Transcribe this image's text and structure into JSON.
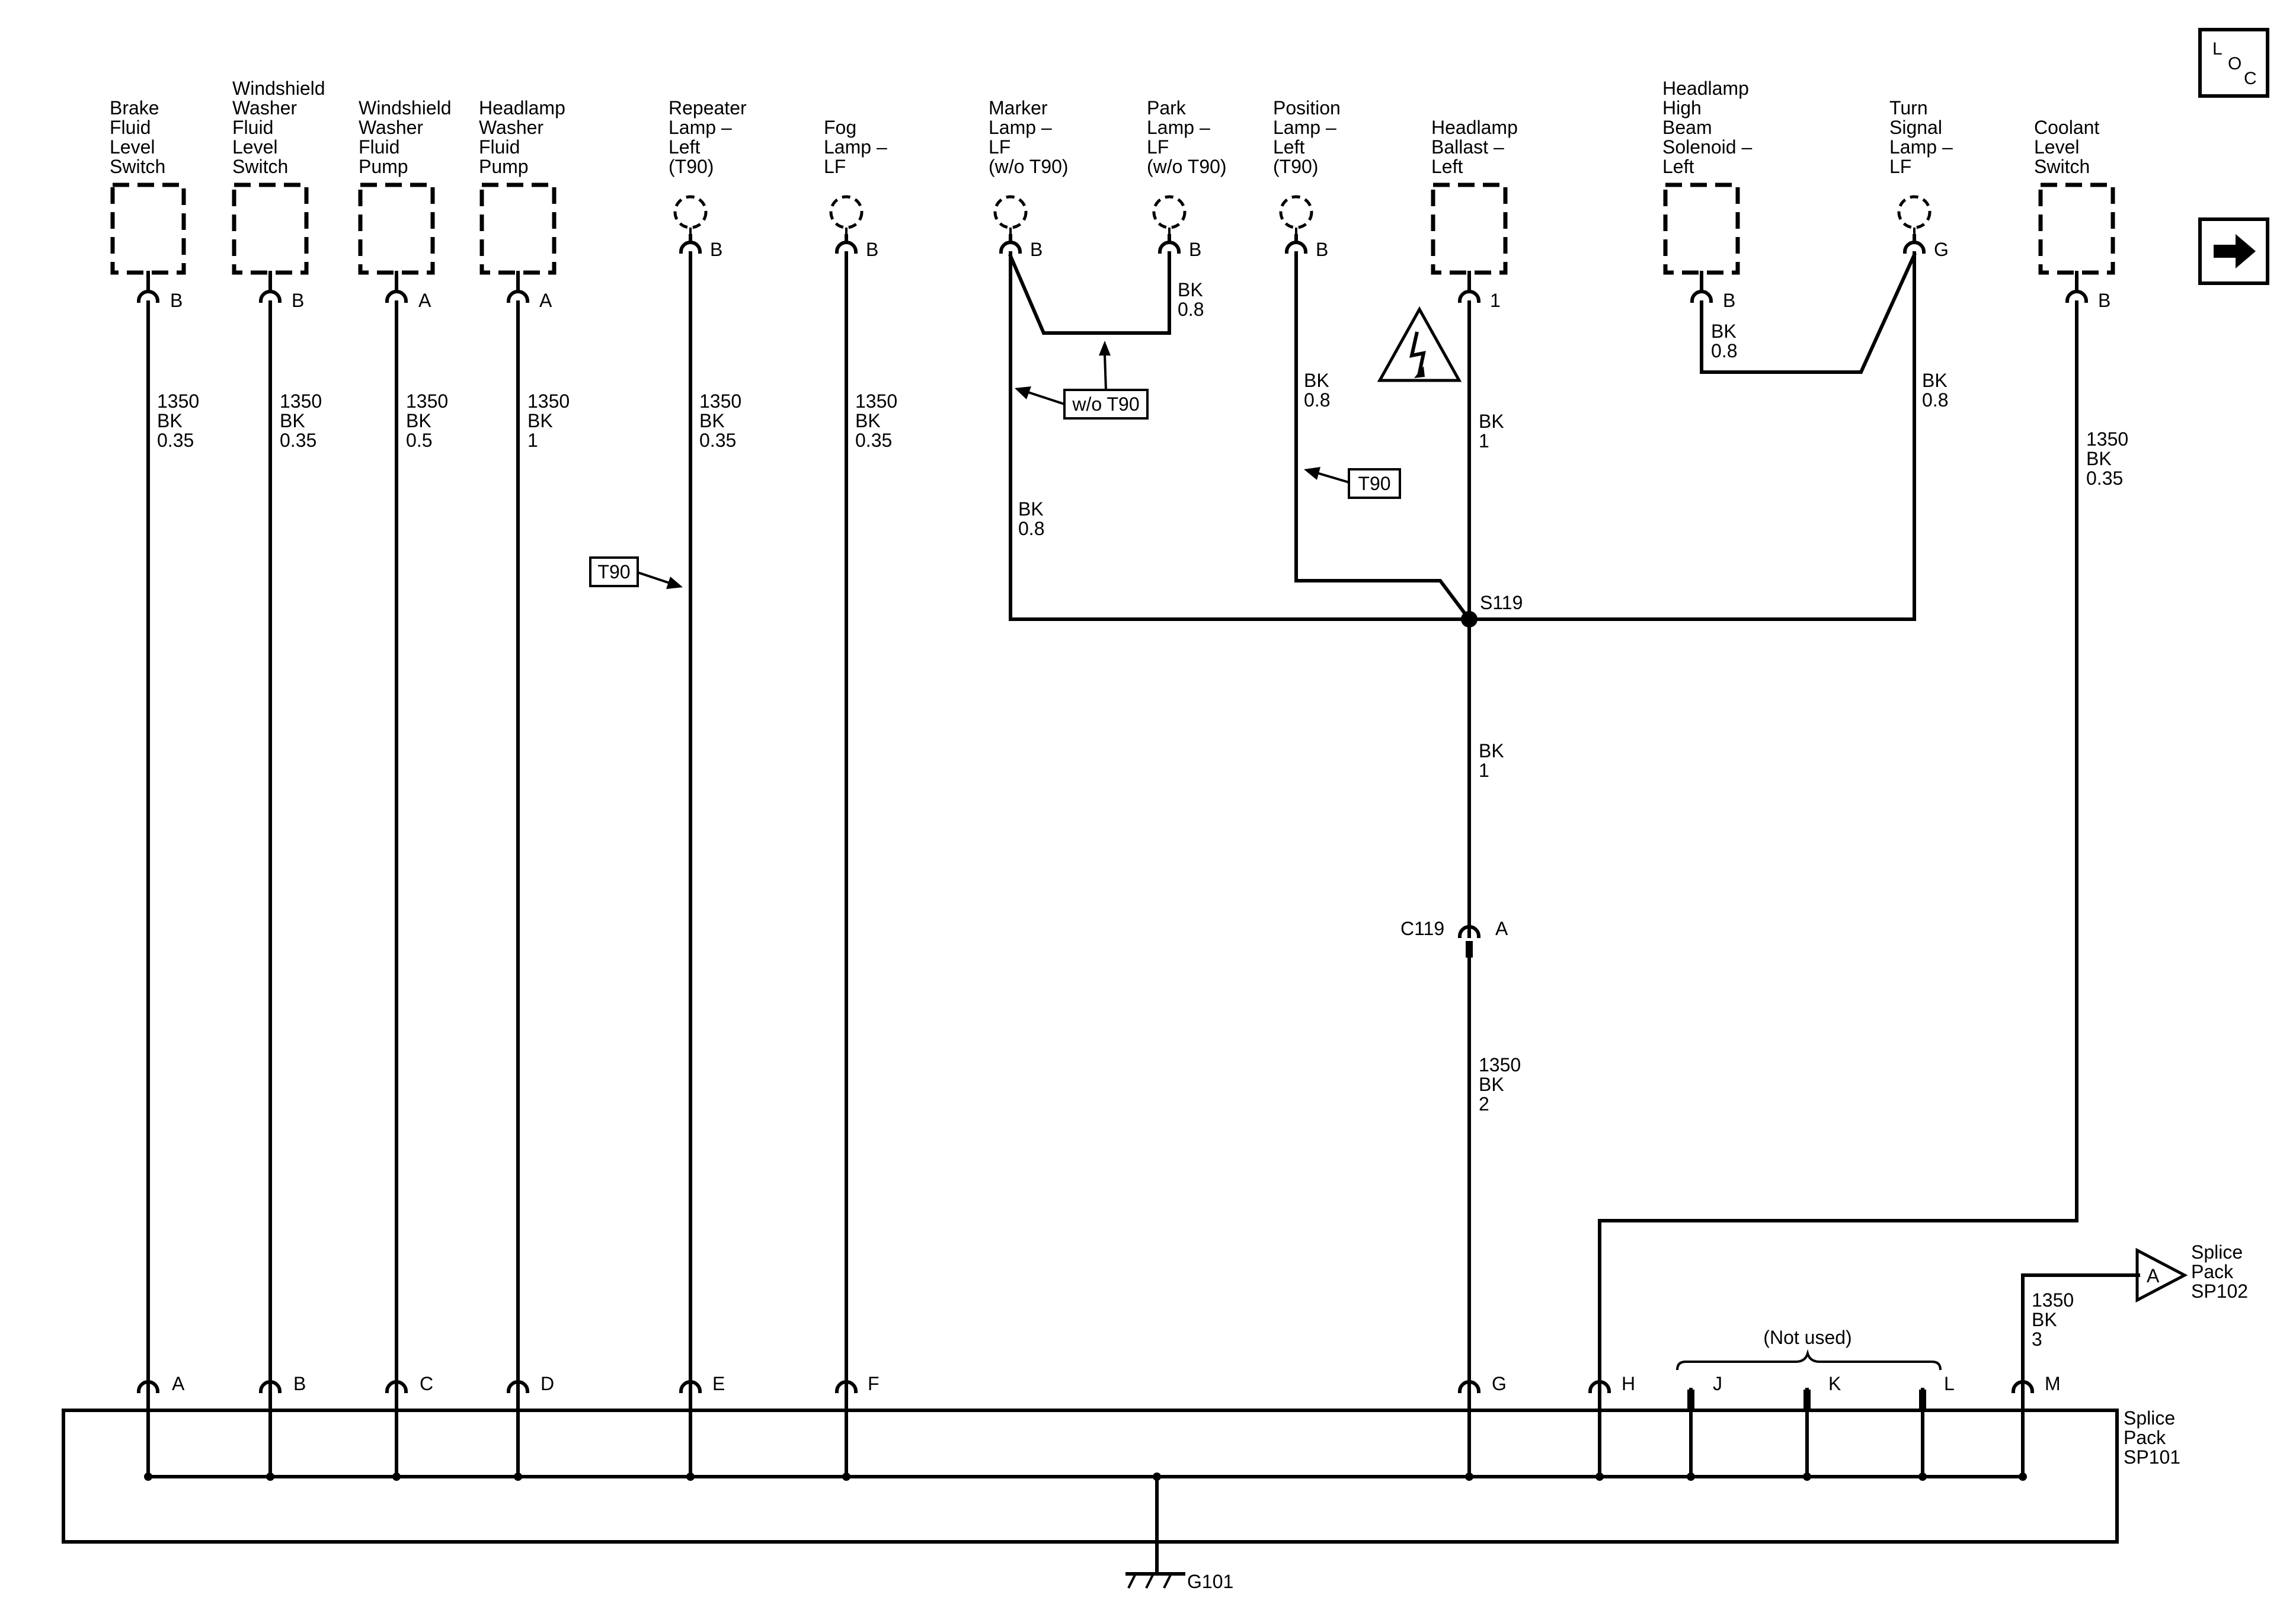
{
  "components": [
    {
      "lines": [
        "Brake",
        "Fluid",
        "Level",
        "Switch"
      ],
      "pin": "B",
      "wire": [
        "1350",
        "BK",
        "0.35"
      ]
    },
    {
      "lines": [
        "Windshield",
        "Washer",
        "Fluid",
        "Level",
        "Switch"
      ],
      "pin": "B",
      "wire": [
        "1350",
        "BK",
        "0.35"
      ]
    },
    {
      "lines": [
        "Windshield",
        "Washer",
        "Fluid",
        "Pump"
      ],
      "pin": "A",
      "wire": [
        "1350",
        "BK",
        "0.5"
      ]
    },
    {
      "lines": [
        "Headlamp",
        "Washer",
        "Fluid",
        "Pump"
      ],
      "pin": "A",
      "wire": [
        "1350",
        "BK",
        "1"
      ]
    },
    {
      "lines": [
        "Repeater",
        "Lamp –",
        "Left",
        "(T90)"
      ],
      "pin": "B",
      "wire": [
        "1350",
        "BK",
        "0.35"
      ]
    },
    {
      "lines": [
        "Fog",
        "Lamp –",
        "LF"
      ],
      "pin": "B",
      "wire": [
        "1350",
        "BK",
        "0.35"
      ]
    },
    {
      "lines": [
        "Marker",
        "Lamp –",
        "LF",
        "(w/o T90)"
      ],
      "pin": "B",
      "wire": [
        "BK",
        "0.8"
      ]
    },
    {
      "lines": [
        "Park",
        "Lamp –",
        "LF",
        "(w/o T90)"
      ],
      "pin": "B",
      "wire": [
        "BK",
        "0.8"
      ]
    },
    {
      "lines": [
        "Position",
        "Lamp –",
        "Left",
        "(T90)"
      ],
      "pin": "B",
      "wire": [
        "BK",
        "0.8"
      ]
    },
    {
      "lines": [
        "Headlamp",
        "Ballast –",
        "Left"
      ],
      "pin": "1",
      "wire": [
        "BK",
        "1"
      ]
    },
    {
      "lines": [
        "Headlamp",
        "High",
        "Beam",
        "Solenoid –",
        "Left"
      ],
      "pin": "B",
      "wire": [
        "BK",
        "0.8"
      ]
    },
    {
      "lines": [
        "Turn",
        "Signal",
        "Lamp –",
        "LF"
      ],
      "pin": "G",
      "wire": [
        "BK",
        "0.8"
      ]
    },
    {
      "lines": [
        "Coolant",
        "Level",
        "Switch"
      ],
      "pin": "B",
      "wire": [
        "1350",
        "BK",
        "0.35"
      ]
    }
  ],
  "options": {
    "t90": "T90",
    "wo_t90": "w/o T90"
  },
  "splice_s119": "S119",
  "trunk_wire": [
    "BK",
    "1"
  ],
  "connector_c119": {
    "name": "C119",
    "pin": "A"
  },
  "c119_wire": [
    "1350",
    "BK",
    "2"
  ],
  "splice_pack": {
    "lines": [
      "Splice",
      "Pack",
      "SP101"
    ],
    "pins": [
      "A",
      "B",
      "C",
      "D",
      "E",
      "F",
      "G",
      "H",
      "J",
      "K",
      "L",
      "M"
    ],
    "not_used": "(Not used)"
  },
  "sp102": {
    "pin": "A",
    "lines": [
      "Splice",
      "Pack",
      "SP102"
    ],
    "wire": [
      "1350",
      "BK",
      "3"
    ]
  },
  "ground": "G101",
  "icons": {
    "loc": [
      "L",
      "O",
      "C"
    ],
    "next": "right-arrow-icon",
    "warning": "lightning-warning-icon"
  }
}
